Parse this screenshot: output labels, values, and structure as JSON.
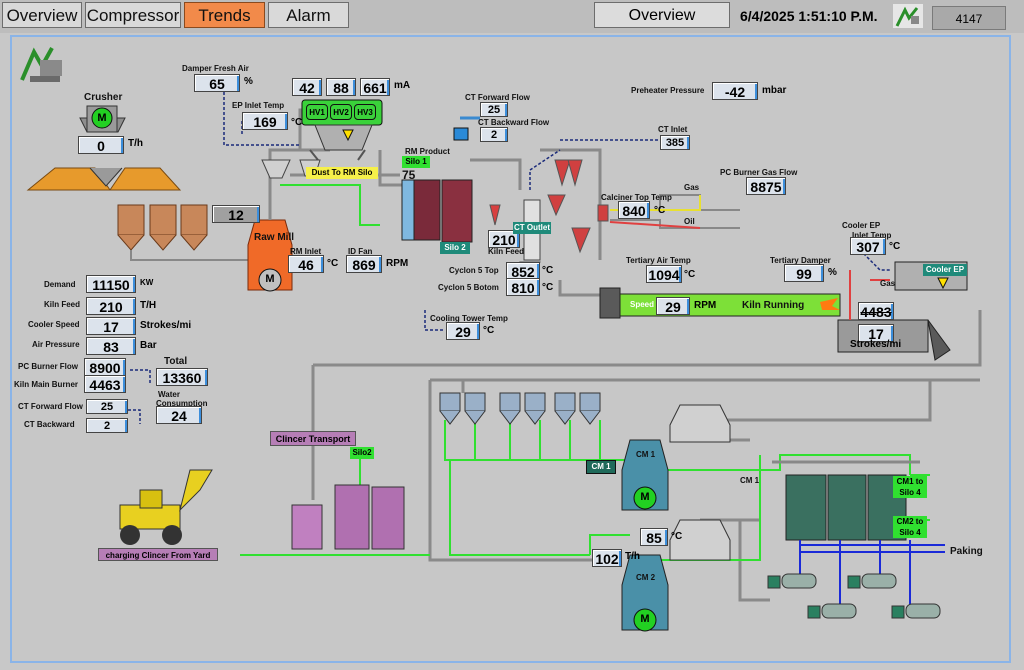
{
  "tabs": [
    {
      "label": "Overview"
    },
    {
      "label": "Compressor"
    },
    {
      "label": "Trends"
    },
    {
      "label": "Alarm"
    }
  ],
  "header": {
    "overview": "Overview",
    "datetime": "6/4/2025 1:51:10 P.M.",
    "badge": "4147"
  },
  "crusher": {
    "label": "Crusher",
    "value": "0",
    "unit": "T/h",
    "motor": "M"
  },
  "damper": {
    "label": "Damper Fresh Air",
    "value": "65",
    "unit": "%"
  },
  "ep_inlet": {
    "label": "EP Inlet Temp",
    "value": "169",
    "unit": "°C"
  },
  "ma": {
    "v1": "42",
    "v2": "88",
    "v3": "661",
    "unit": "mA"
  },
  "hv": [
    "HV1",
    "HV2",
    "HV3"
  ],
  "dust": "Dust To RM Silo",
  "silo_feed": "12",
  "raw_mill": {
    "label": "Raw Mill",
    "motor": "M"
  },
  "rm_inlet": {
    "label": "RM Inlet",
    "value": "46",
    "unit": "°C"
  },
  "id_fan": {
    "label": "ID Fan",
    "value": "869",
    "unit": "RPM"
  },
  "rm_product": {
    "label": "RM Product",
    "silo1": "Silo 1",
    "silo2": "Silo 2",
    "level": "75"
  },
  "ct_forward": {
    "label": "CT Forward Flow",
    "value": "25"
  },
  "ct_backward": {
    "label": "CT Backward Flow",
    "value": "2"
  },
  "ct_inlet": {
    "label": "CT Inlet",
    "value": "385"
  },
  "preheater": {
    "label": "Preheater Pressure",
    "value": "-42",
    "unit": "mbar"
  },
  "pc_burner_gas": {
    "label": "PC Burner Gas Flow",
    "value": "8875"
  },
  "calciner": {
    "label": "Calciner Top Temp",
    "value": "840",
    "unit": "°C"
  },
  "gas": "Gas",
  "oil": "Oil",
  "kiln_feed_box": {
    "value": "210",
    "label": "Kiln Feed"
  },
  "ct_outlet": "CT Outlet",
  "cyclon5_top": {
    "label": "Cyclon 5 Top",
    "value": "852",
    "unit": "°C"
  },
  "cyclon5_bot": {
    "label": "Cyclon 5 Botom",
    "value": "810",
    "unit": "°C"
  },
  "cooling_tower": {
    "label": "Cooling Tower Temp",
    "value": "29",
    "unit": "°C"
  },
  "tertiary_air": {
    "label": "Tertiary Air Temp",
    "value": "1094",
    "unit": "°C"
  },
  "tertiary_damper": {
    "label": "Tertiary Damper",
    "value": "99",
    "unit": "%"
  },
  "cooler_ep": {
    "label1": "Cooler EP",
    "label2": "Inlet Temp",
    "value": "307",
    "unit": "°C",
    "box": "Cooler EP"
  },
  "kiln": {
    "speed_label": "Speed",
    "speed": "29",
    "unit": "RPM",
    "status": "Kiln Running"
  },
  "cooler_gas": {
    "label": "Gas",
    "value": "4483"
  },
  "cooler_strokes": {
    "value": "17",
    "unit": "Strokes/mi"
  },
  "left": {
    "demand": {
      "label": "Demand",
      "value": "11150",
      "unit": "KW"
    },
    "kiln_feed": {
      "label": "Kiln Feed",
      "value": "210",
      "unit": "T/H"
    },
    "cooler_speed": {
      "label": "Cooler Speed",
      "value": "17",
      "unit": "Strokes/mi"
    },
    "air_pressure": {
      "label": "Air Pressure",
      "value": "83",
      "unit": "Bar"
    },
    "pc_burner": {
      "label": "PC Burner Flow",
      "value": "8900"
    },
    "kiln_main": {
      "label": "Kiln Main Burner",
      "value": "4463"
    },
    "total": {
      "label": "Total",
      "value": "13360"
    },
    "ct_forward": {
      "label": "CT Forward Flow",
      "value": "25"
    },
    "ct_backward": {
      "label": "CT Backward",
      "value": "2"
    },
    "water": {
      "label1": "Water",
      "label2": "Consumption",
      "value": "24"
    }
  },
  "clincer_transport": "Clincer Transport",
  "silo2": "Silo2",
  "charging": "charging Clincer From Yard",
  "cm1": {
    "tag": "CM 1",
    "label": "CM 1",
    "side": "CM 1",
    "motor": "M"
  },
  "cm2": {
    "label": "CM 2",
    "motor": "M"
  },
  "cm_temp": {
    "value": "85",
    "unit": "°C"
  },
  "cm_flow": {
    "value": "102",
    "unit": "T/h"
  },
  "cm1_silo4": {
    "l1": "CM1 to",
    "l2": "Silo 4"
  },
  "cm2_silo4": {
    "l1": "CM2 to",
    "l2": "Silo 4"
  },
  "paking": "Paking"
}
